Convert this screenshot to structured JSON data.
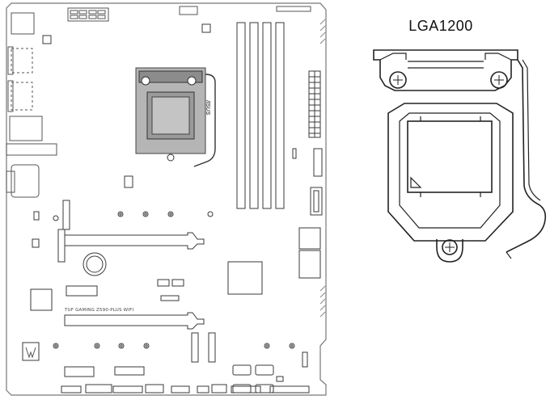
{
  "socket_detail": {
    "title": "LGA1200"
  },
  "board": {
    "model_silkscreen": "TUF GAMING Z590-PLUS WIFI",
    "brand_silkscreen": "/ISUS"
  }
}
